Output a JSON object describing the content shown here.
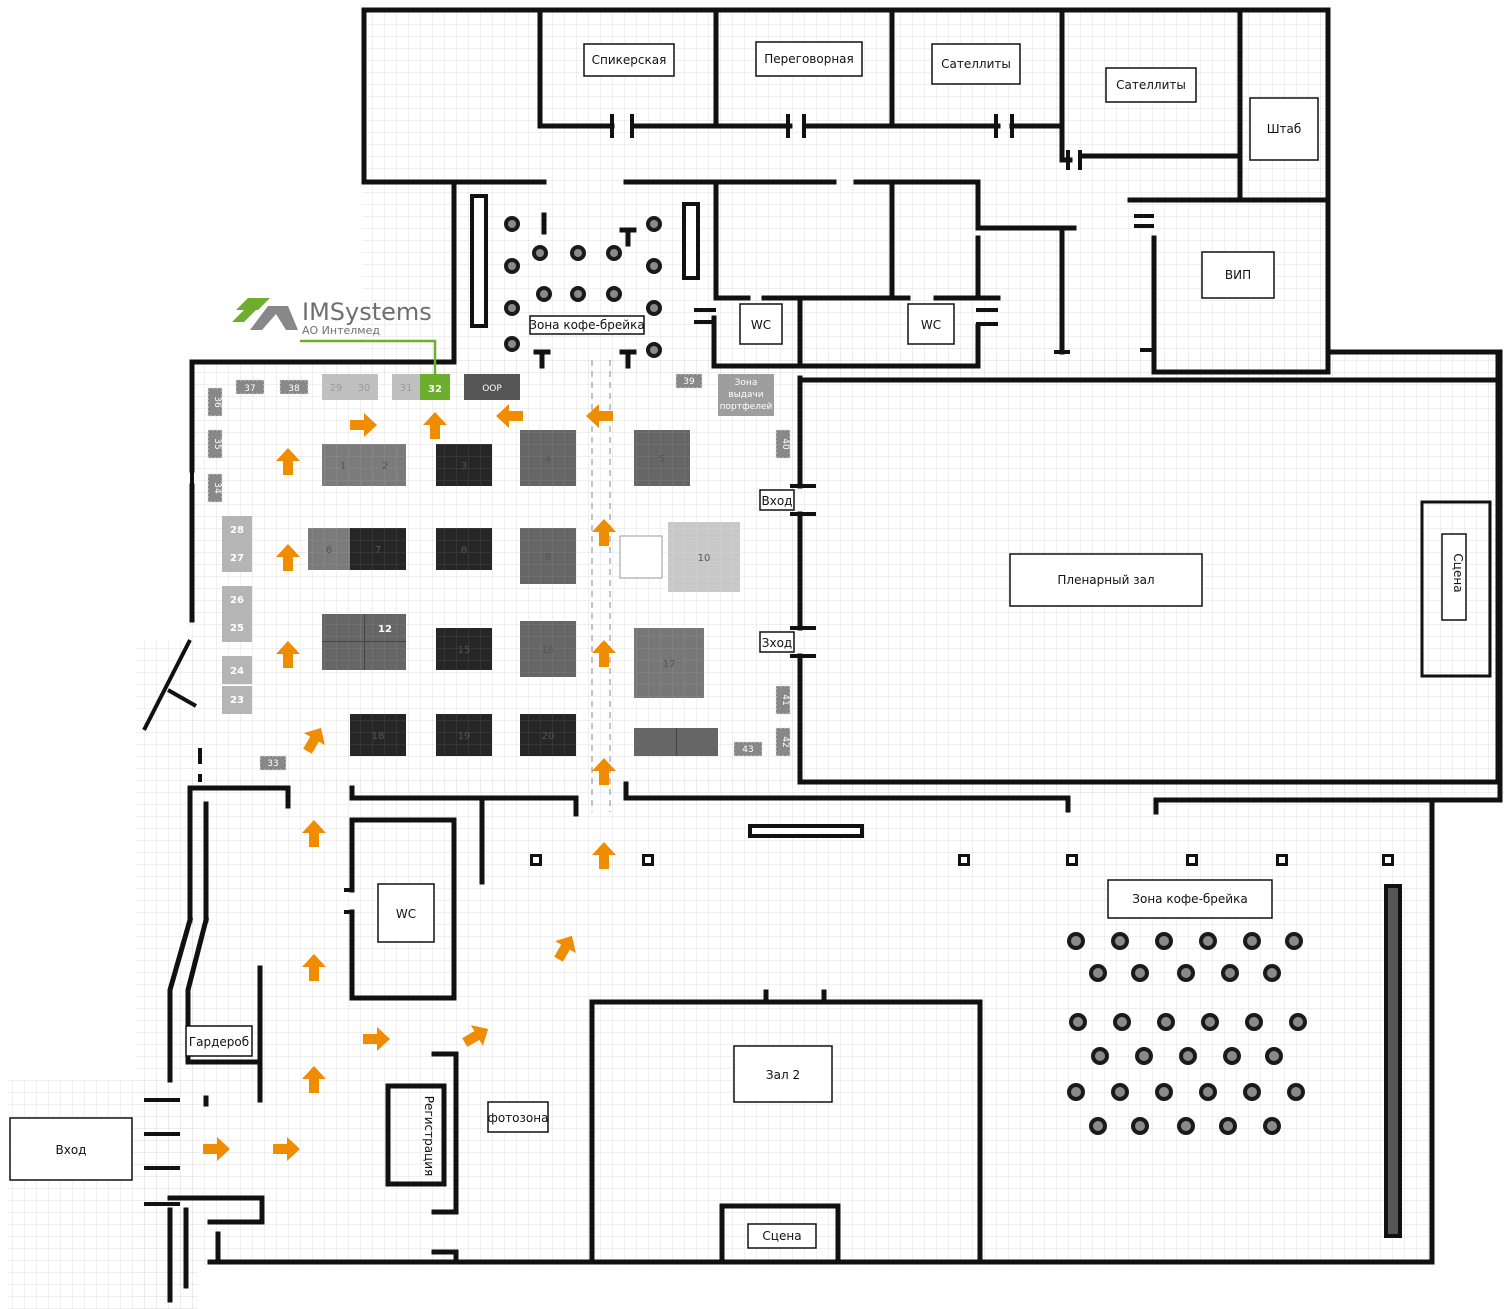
{
  "logo": {
    "brand": "IMSystems",
    "subtitle": "АО Интелмед",
    "color": "#6dae2e"
  },
  "rooms": {
    "speaker": "Спикерская",
    "negotiation": "Переговорная",
    "satellites_1": "Сателлиты",
    "satellites_2": "Сателлиты",
    "hq": "Штаб",
    "vip": "ВИП",
    "wc_1": "WC",
    "wc_2": "WC",
    "wc_3": "WC",
    "coffee_top": "Зона кофе-брейка",
    "coffee_bottom": "Зона кофе-брейка",
    "portfolio": [
      "Зона",
      "выдачи",
      "портфелей"
    ],
    "plenary": "Пленарный зал",
    "stage_right": "Сцена",
    "hall2": "Зал 2",
    "stage_hall2": "Сцена",
    "entrance_main": "Вход",
    "entrance_1": "Вход",
    "entrance_2": "Зход",
    "wardrobe": "Гардероб",
    "registration": "Регистрация",
    "photozone": "фотозона",
    "oop": "ООР"
  },
  "booths": {
    "b1": "1",
    "b2": "2",
    "b3": "3",
    "b4": "4",
    "b5": "5",
    "b6": "6",
    "b7": "7",
    "b8": "8",
    "b9": "9",
    "b10": "10",
    "b12": "12",
    "b15": "15",
    "b16": "16",
    "b17": "17",
    "b18": "18",
    "b19": "19",
    "b20": "20",
    "b23": "23",
    "b24": "24",
    "b25": "25",
    "b26": "26",
    "b27": "27",
    "b28": "28",
    "b29": "29",
    "b30": "30",
    "b31": "31",
    "b32": "32",
    "b33": "33",
    "b34": "34",
    "b35": "35",
    "b36": "36",
    "b37": "37",
    "b38": "38",
    "b39": "39",
    "b40": "40",
    "b41": "41",
    "b42": "42",
    "b43": "43"
  },
  "colors": {
    "arrow": "#f08c00",
    "highlight": "#6dae2e",
    "dark_booth": "#2a2a2a",
    "mid_booth": "#777777",
    "light_booth": "#b5b5b5"
  }
}
